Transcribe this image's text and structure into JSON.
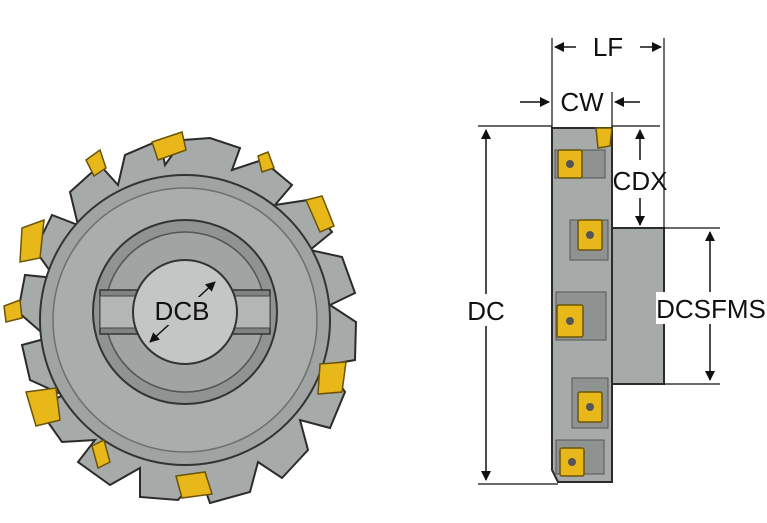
{
  "labels": {
    "dcb": "DCB",
    "lf": "LF",
    "cw": "CW",
    "cdx": "CDX",
    "dc": "DC",
    "dcsfms": "DCSFMS"
  },
  "colors": {
    "body": "#a6aaa8",
    "body_dark": "#8e9290",
    "body_light": "#c3c6c4",
    "outline": "#2b2b2b",
    "insert": "#e8b81a",
    "insert_dark": "#a7820e",
    "dimension": "#111111"
  }
}
